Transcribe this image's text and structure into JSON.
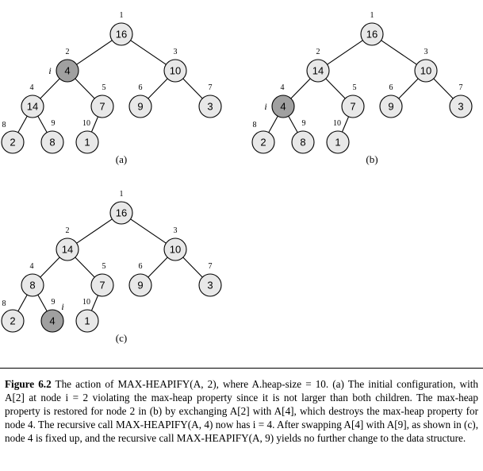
{
  "colors": {
    "node_fill": "#e8e8e8",
    "highlight_fill": "#a0a0a0",
    "stroke": "#000000"
  },
  "trees": [
    {
      "panel_label": "(a)",
      "values": [
        16,
        4,
        10,
        14,
        7,
        9,
        3,
        2,
        8,
        1
      ],
      "highlight_index": 2,
      "i_label": "i"
    },
    {
      "panel_label": "(b)",
      "values": [
        16,
        14,
        10,
        4,
        7,
        9,
        3,
        2,
        8,
        1
      ],
      "highlight_index": 4,
      "i_label": "i"
    },
    {
      "panel_label": "(c)",
      "values": [
        16,
        14,
        10,
        8,
        7,
        9,
        3,
        2,
        4,
        1
      ],
      "highlight_index": 9,
      "i_label": "i"
    }
  ],
  "caption": {
    "label": "Figure 6.2",
    "text": "The action of MAX-HEAPIFY(A, 2), where A.heap-size = 10. (a) The initial configuration, with A[2] at node i = 2 violating the max-heap property since it is not larger than both children. The max-heap property is restored for node 2 in (b) by exchanging A[2] with A[4], which destroys the max-heap property for node 4. The recursive call MAX-HEAPIFY(A, 4) now has i = 4. After swapping A[4] with A[9], as shown in (c), node 4 is fixed up, and the recursive call MAX-HEAPIFY(A, 9) yields no further change to the data structure."
  }
}
